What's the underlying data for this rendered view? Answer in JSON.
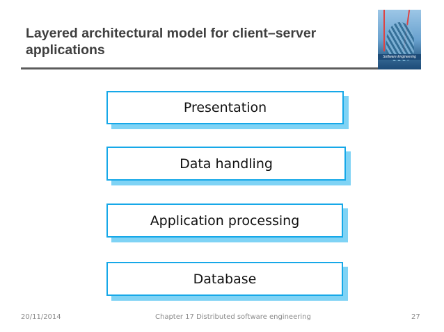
{
  "slide": {
    "title": "Layered architectural model for client–server applications",
    "cover_text": "Software Engineering"
  },
  "layers": [
    {
      "label": "Presentation"
    },
    {
      "label": "Data handling"
    },
    {
      "label": "Application processing"
    },
    {
      "label": "Database"
    }
  ],
  "footer": {
    "date": "20/11/2014",
    "chapter": "Chapter 17 Distributed software engineering",
    "page": "27"
  },
  "colors": {
    "box_border": "#16a8e8",
    "box_shadow": "#7fd3f5",
    "title": "#3f3f3f"
  }
}
